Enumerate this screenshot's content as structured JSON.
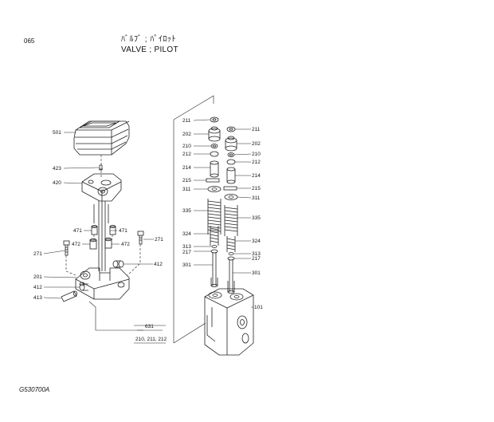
{
  "header": {
    "page_code": "065",
    "title_jp": "ﾊﾞﾙﾌﾞ ; ﾊﾟｲﾛｯﾄ",
    "title_en": "VALVE ; PILOT"
  },
  "footer": {
    "drawing_number": "G530700A"
  },
  "callouts": {
    "c501": "501",
    "c423": "423",
    "c420": "420",
    "c471a": "471",
    "c471b": "471",
    "c472a": "472",
    "c472b": "472",
    "c271a": "271",
    "c271b": "271",
    "c412a": "412",
    "c412b": "412",
    "c201": "201",
    "c413": "413",
    "l211": "211",
    "l202": "202",
    "l210": "210",
    "l212": "212",
    "l214": "214",
    "l215": "215",
    "l311": "311",
    "l335": "335",
    "l324": "324",
    "l313": "313",
    "l217": "217",
    "l301": "301",
    "r211": "211",
    "r202": "202",
    "r210": "210",
    "r212": "212",
    "r214": "214",
    "r215": "215",
    "r311": "311",
    "r335": "335",
    "r324": "324",
    "r313": "313",
    "r217": "217",
    "r301": "301",
    "r101": "101"
  },
  "kit": {
    "number": "631",
    "contents": "210, 211, 212"
  }
}
